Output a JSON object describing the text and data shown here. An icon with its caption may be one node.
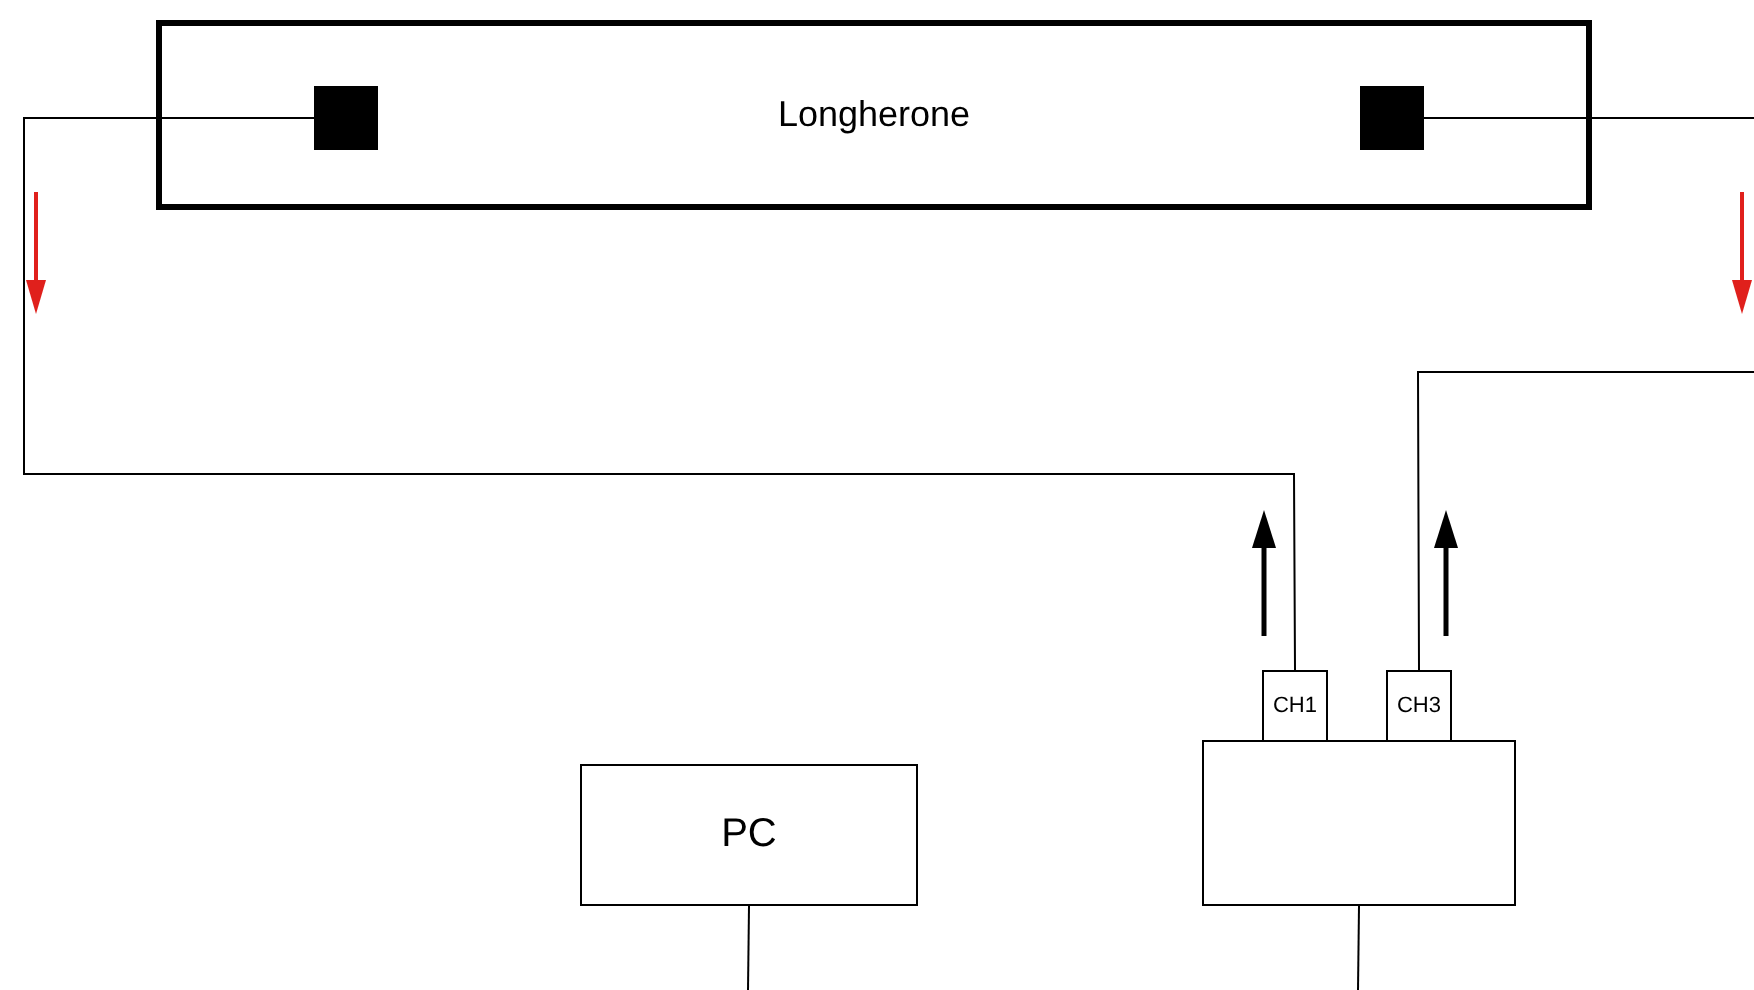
{
  "diagram": {
    "nodes": [
      {
        "text": [
          "Longherone"
        ]
      },
      {
        "text": [],
        "shape": "box",
        "in": 0
      },
      {
        "text": [],
        "shape": "box",
        "in": 0
      },
      {
        "text": [
          "CH1"
        ]
      },
      {
        "text": [
          "CH3"
        ]
      },
      {
        "text": [
          "PC"
        ]
      },
      {
        "text": [],
        "shape": "box"
      }
    ],
    "edges": [
      {
        "from": 1,
        "to": 3,
        "arrow": "none"
      },
      {
        "from": 2,
        "to": null,
        "arrow": "none"
      },
      {
        "from": null,
        "to": 4,
        "arrow": "none"
      },
      {
        "from": 5,
        "to": null,
        "arrow": "none"
      },
      {
        "from": 6,
        "to": null,
        "arrow": "none"
      }
    ]
  }
}
